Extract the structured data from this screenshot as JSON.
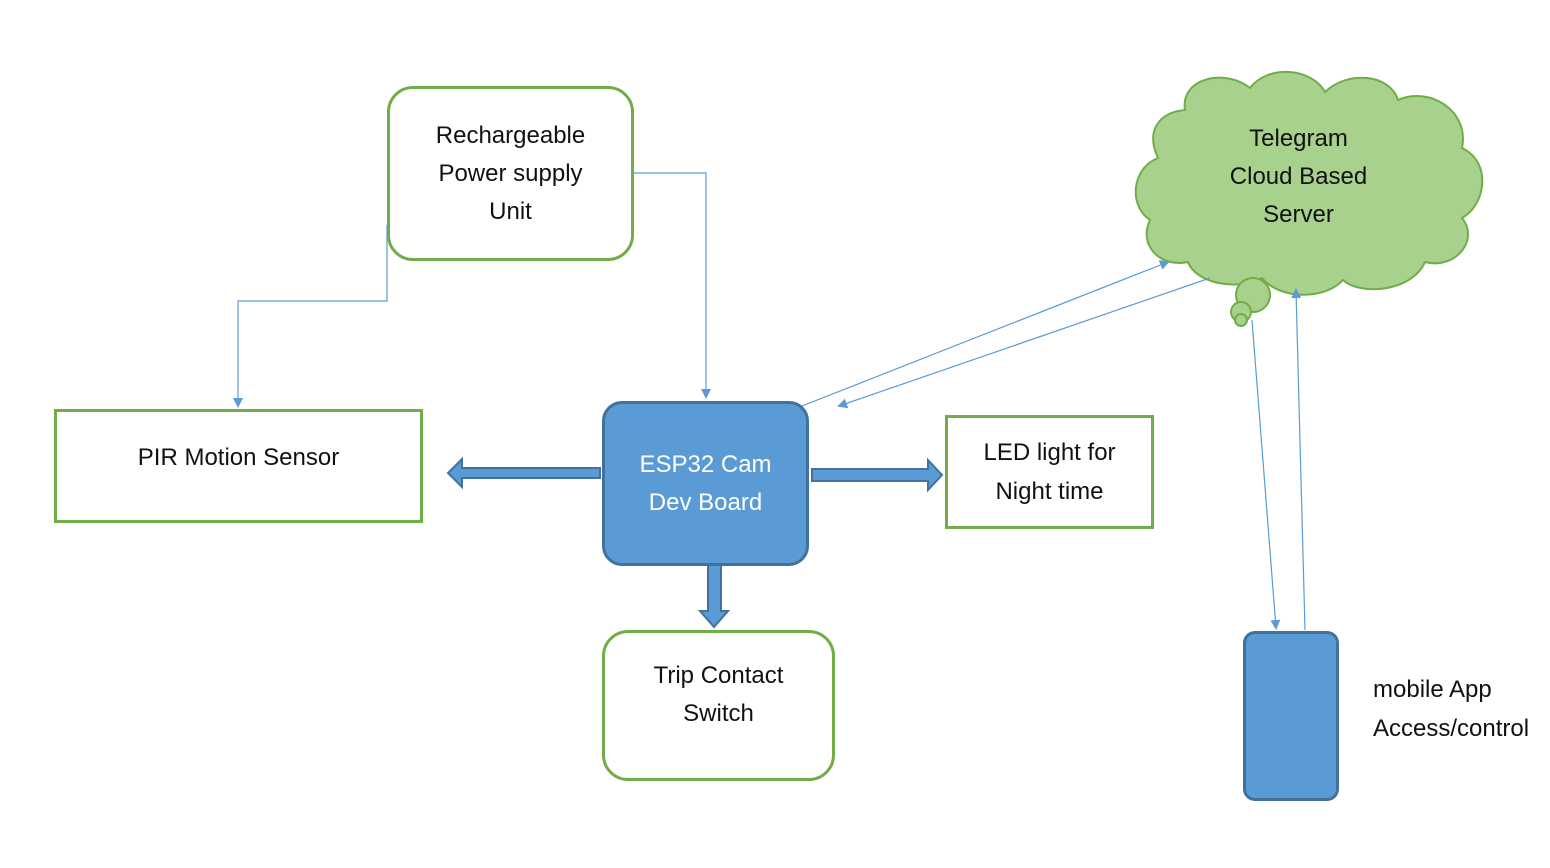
{
  "nodes": {
    "power_supply": {
      "text": "Rechargeable\nPower supply\nUnit"
    },
    "pir_sensor": {
      "text": "PIR Motion Sensor"
    },
    "esp32": {
      "text": "ESP32 Cam\nDev Board"
    },
    "led_light": {
      "text": "LED light for\nNight time"
    },
    "trip_switch": {
      "text": "Trip Contact\nSwitch"
    },
    "cloud_server": {
      "text": "Telegram\nCloud Based\nServer"
    },
    "mobile_app": {
      "text": "mobile App\nAccess/control"
    }
  },
  "colors": {
    "green_border": "#70AD47",
    "blue_fill": "#5B9BD5",
    "blue_border": "#41719C",
    "cloud_fill": "#A9D18E",
    "cloud_border": "#70AD47",
    "connector": "#5B9BD5"
  },
  "icons": {
    "cloud": "cloud-shape",
    "phone": "mobile-device-shape"
  }
}
